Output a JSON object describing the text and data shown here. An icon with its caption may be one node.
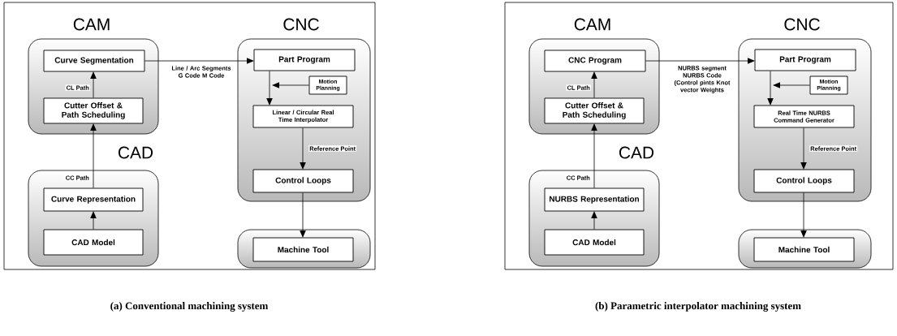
{
  "diagram": {
    "nodes": [
      {
        "text": [
          "CAM"
        ]
      },
      {
        "text": [
          "Curve Segmentation"
        ],
        "in": 0
      },
      {
        "text": [
          "Cutter Offset & Path Scheduling"
        ],
        "in": 0
      },
      {
        "text": [
          "CAD"
        ]
      },
      {
        "text": [
          "Curve Representation"
        ],
        "in": 3
      },
      {
        "text": [
          "CAD Model"
        ],
        "in": 3
      },
      {
        "text": [
          "CNC"
        ]
      },
      {
        "text": [
          "Part Program"
        ],
        "in": 6
      },
      {
        "text": [
          "Motion Planning"
        ],
        "in": 6
      },
      {
        "text": [
          "Linear / Circular Real Time Interpolator"
        ],
        "in": 6
      },
      {
        "text": [
          "Control Loops"
        ],
        "in": 6
      },
      {
        "text": [],
        "shape": "box"
      },
      {
        "text": [
          "Machine Tool"
        ],
        "in": 11
      },
      {
        "text": [
          "CAM"
        ]
      },
      {
        "text": [
          "CNC Program"
        ],
        "in": 13
      },
      {
        "text": [
          "Cutter Offset & Path Scheduling"
        ],
        "in": 13
      },
      {
        "text": [
          "CAD"
        ]
      },
      {
        "text": [
          "NURBS Representation"
        ],
        "in": 16
      },
      {
        "text": [
          "CAD Model"
        ],
        "in": 16
      },
      {
        "text": [
          "CNC"
        ]
      },
      {
        "text": [
          "Part Program"
        ],
        "in": 19
      },
      {
        "text": [
          "Motion Planning"
        ],
        "in": 19
      },
      {
        "text": [
          "Real Time NURBS Command Generator"
        ],
        "in": 19
      },
      {
        "text": [
          "Control Loops"
        ],
        "in": 19
      },
      {
        "text": [],
        "shape": "box"
      },
      {
        "text": [
          "Machine Tool"
        ],
        "in": 24
      }
    ],
    "edges": [
      {
        "from": 1,
        "to": 7,
        "arrow": "to",
        "label": "Line / Arc Segments G Code M Code"
      },
      {
        "from": 2,
        "to": 1,
        "arrow": "to",
        "label": "CL Path"
      },
      {
        "from": 4,
        "to": 2,
        "arrow": "to",
        "label": "CC Path"
      },
      {
        "from": 5,
        "to": 4,
        "arrow": "to"
      },
      {
        "from": 7,
        "to": 9,
        "arrow": "to"
      },
      {
        "from": 8,
        "to": null,
        "arrow": "to"
      },
      {
        "from": 9,
        "to": 10,
        "arrow": "to",
        "label": "Reference Point"
      },
      {
        "from": 10,
        "to": 12,
        "arrow": "to"
      },
      {
        "from": 14,
        "to": 20,
        "arrow": "to",
        "label": "NURBS segment NURBS Code (Control pints Knot vector Weights"
      },
      {
        "from": 15,
        "to": 14,
        "arrow": "to",
        "label": "CL Path"
      },
      {
        "from": 17,
        "to": 15,
        "arrow": "to",
        "label": "CC Path"
      },
      {
        "from": 18,
        "to": 17,
        "arrow": "to"
      },
      {
        "from": 20,
        "to": 22,
        "arrow": "to"
      },
      {
        "from": 21,
        "to": null,
        "arrow": "to"
      },
      {
        "from": 22,
        "to": 23,
        "arrow": "to",
        "label": "Reference Point"
      },
      {
        "from": 23,
        "to": 25,
        "arrow": "to"
      }
    ],
    "labels": [
      "(a) Conventional machining system",
      "(b) Parametric interpolator machining system"
    ]
  }
}
